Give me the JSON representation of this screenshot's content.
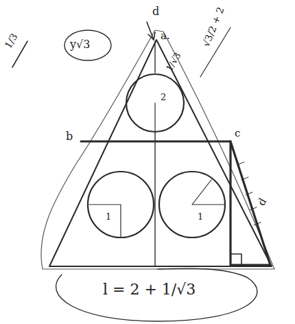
{
  "diagram": {
    "nodes": [
      {
        "text": [
          "2"
        ]
      },
      {
        "text": [
          "1"
        ]
      },
      {
        "text": [
          "1"
        ]
      }
    ],
    "labels": [
      "d",
      "a.",
      "b",
      "c",
      "y√3",
      "1/√3",
      "√3/2 + 2",
      "d",
      "1/3",
      "l = 2 + 1/√3"
    ]
  }
}
